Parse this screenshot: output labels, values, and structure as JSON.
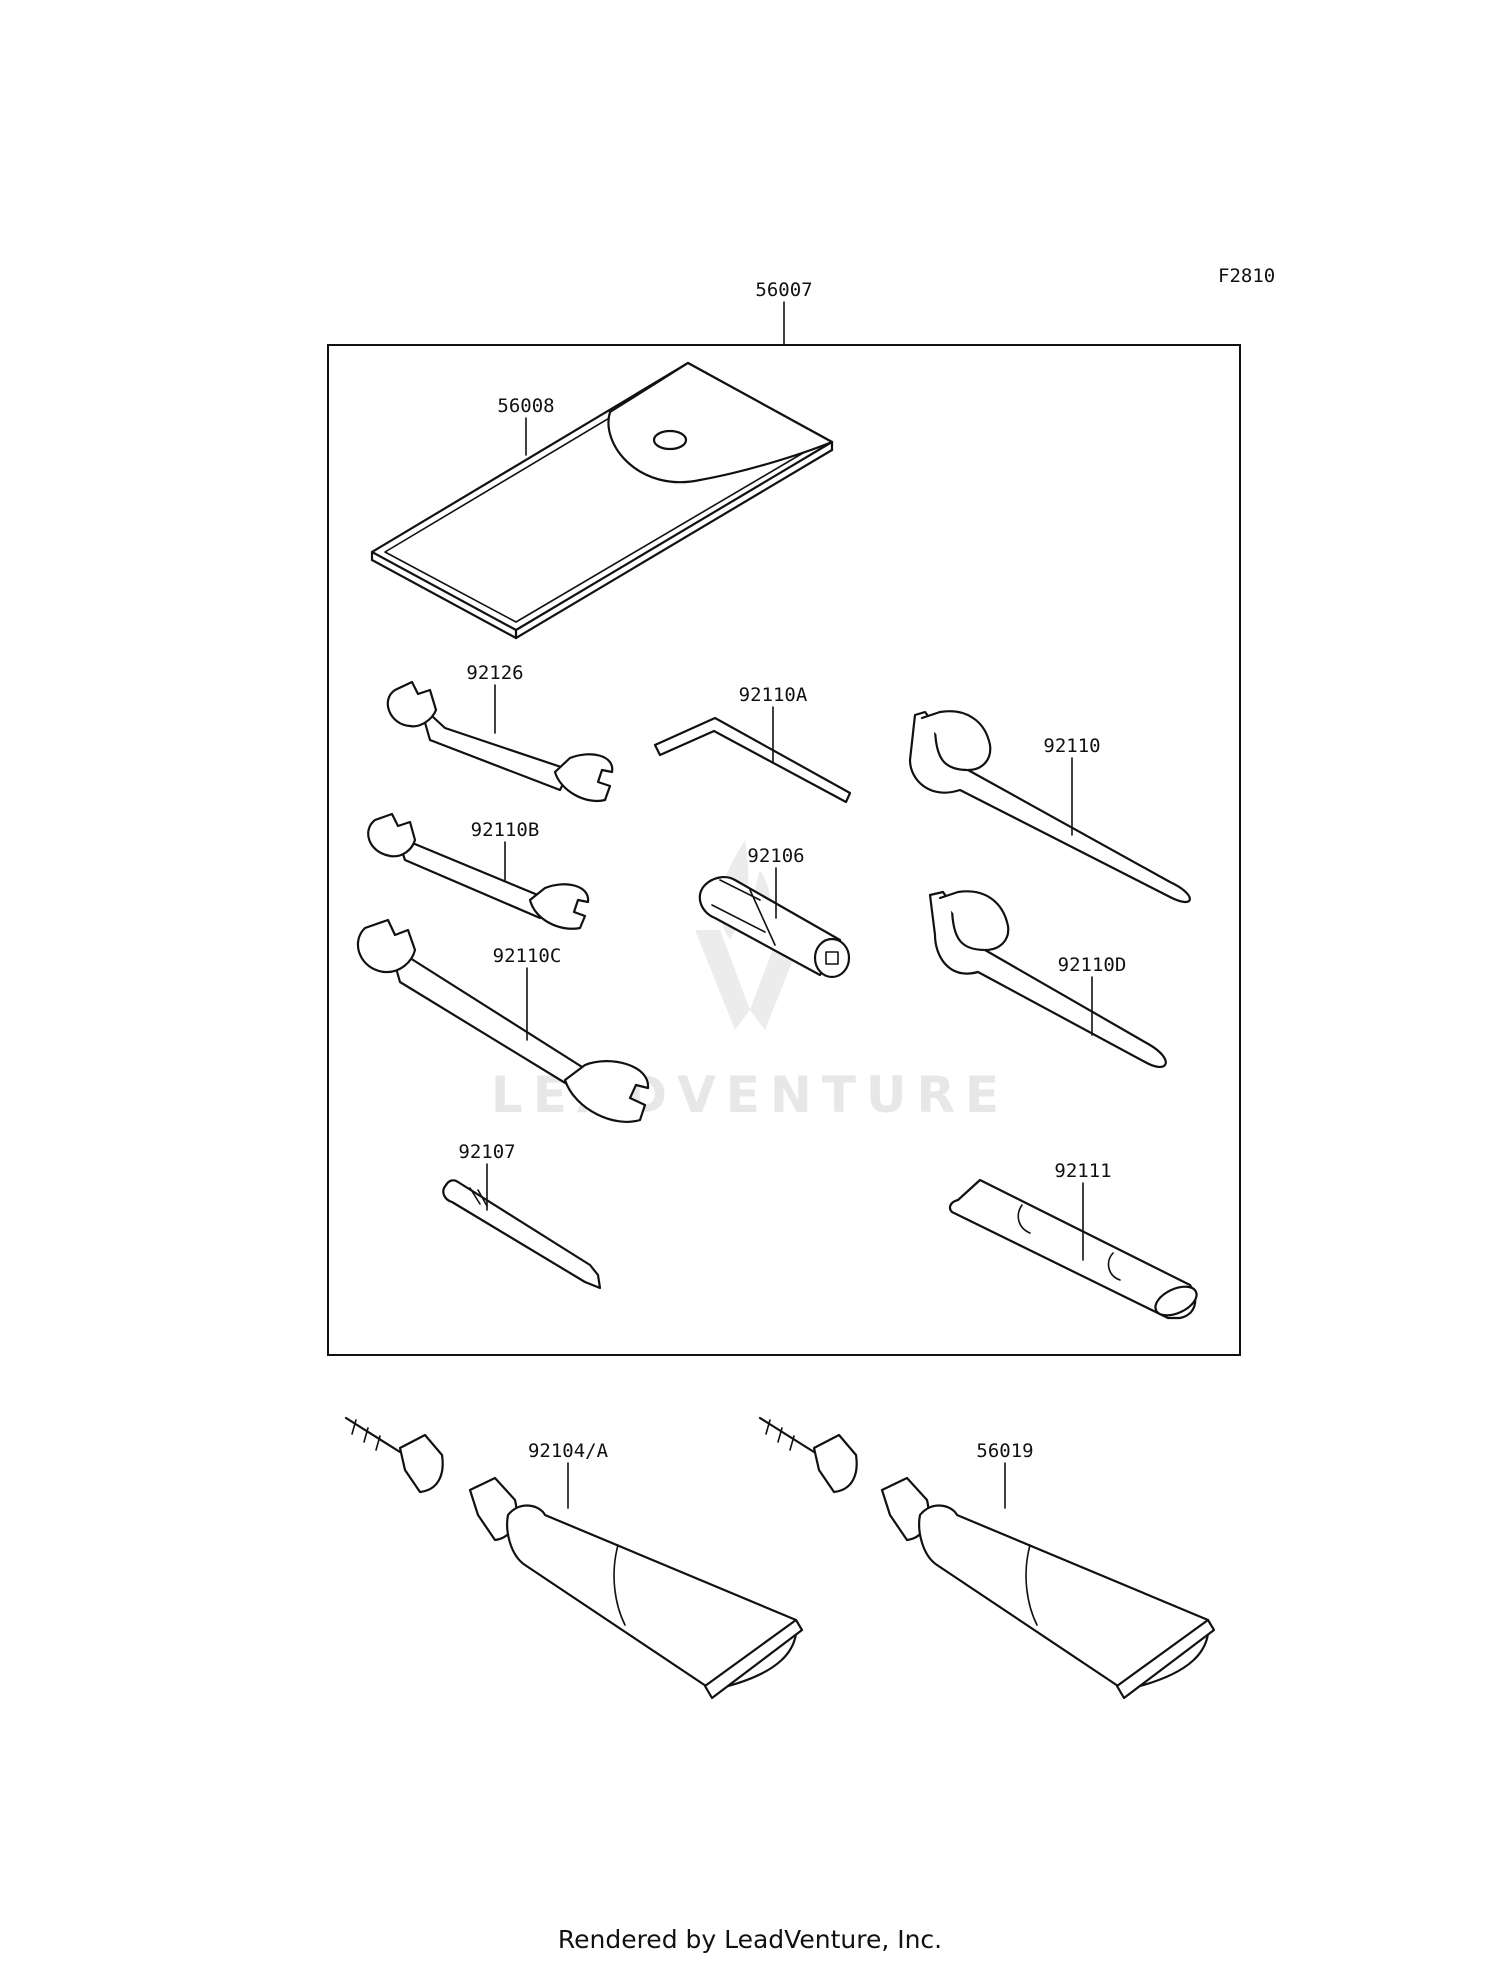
{
  "figure_code": "F2810",
  "watermark": "LEADVENTURE",
  "footer": "Rendered by LeadVenture, Inc.",
  "callouts": {
    "kit": "56007",
    "bag": "56008",
    "wrench_top": "92126",
    "hex_key": "92110A",
    "spanner_top": "92110",
    "wrench_mid": "92110B",
    "socket": "92106",
    "spanner_bottom": "92110D",
    "wrench_bottom": "92110C",
    "screwdriver": "92107",
    "handle": "92111",
    "tube_left": "92104/A",
    "tube_right": "56019"
  }
}
